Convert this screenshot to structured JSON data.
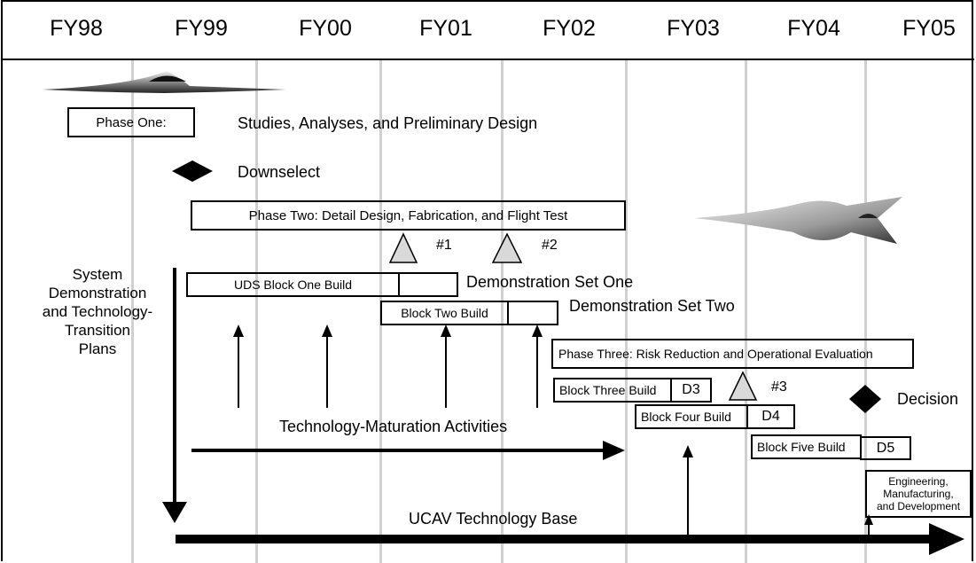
{
  "fiscal_years": [
    "FY98",
    "FY99",
    "FY00",
    "FY01",
    "FY02",
    "FY03",
    "FY04",
    "FY05"
  ],
  "phase_one": {
    "label": "Phase One:",
    "description": "Studies, Analyses, and Preliminary Design"
  },
  "downselect": "Downselect",
  "phase_two": "Phase Two: Detail Design, Fabrication, and Flight Test",
  "milestones": {
    "m1": "#1",
    "m2": "#2",
    "m3": "#3"
  },
  "left_label": [
    "System",
    "Demonstration",
    "and Technology-",
    "Transition",
    "Plans"
  ],
  "builds": {
    "block_one": "UDS Block One Build",
    "block_two": "Block Two Build",
    "block_three": "Block Three Build",
    "block_four": "Block Four Build",
    "block_five": "Block Five Build"
  },
  "demo_sets": {
    "one": "Demonstration Set One",
    "two": "Demonstration Set Two"
  },
  "d_markers": {
    "d3": "D3",
    "d4": "D4",
    "d5": "D5"
  },
  "phase_three": "Phase Three: Risk Reduction and Operational Evaluation",
  "decision": "Decision",
  "tech_maturation": "Technology-Maturation Activities",
  "emd": [
    "Engineering,",
    "Manufacturing,",
    "and Development"
  ],
  "tech_base": "UCAV Technology Base",
  "colors": {
    "grid": "#d0d0d0",
    "milestone_fill": "#d9d9d9",
    "line": "#000000"
  }
}
